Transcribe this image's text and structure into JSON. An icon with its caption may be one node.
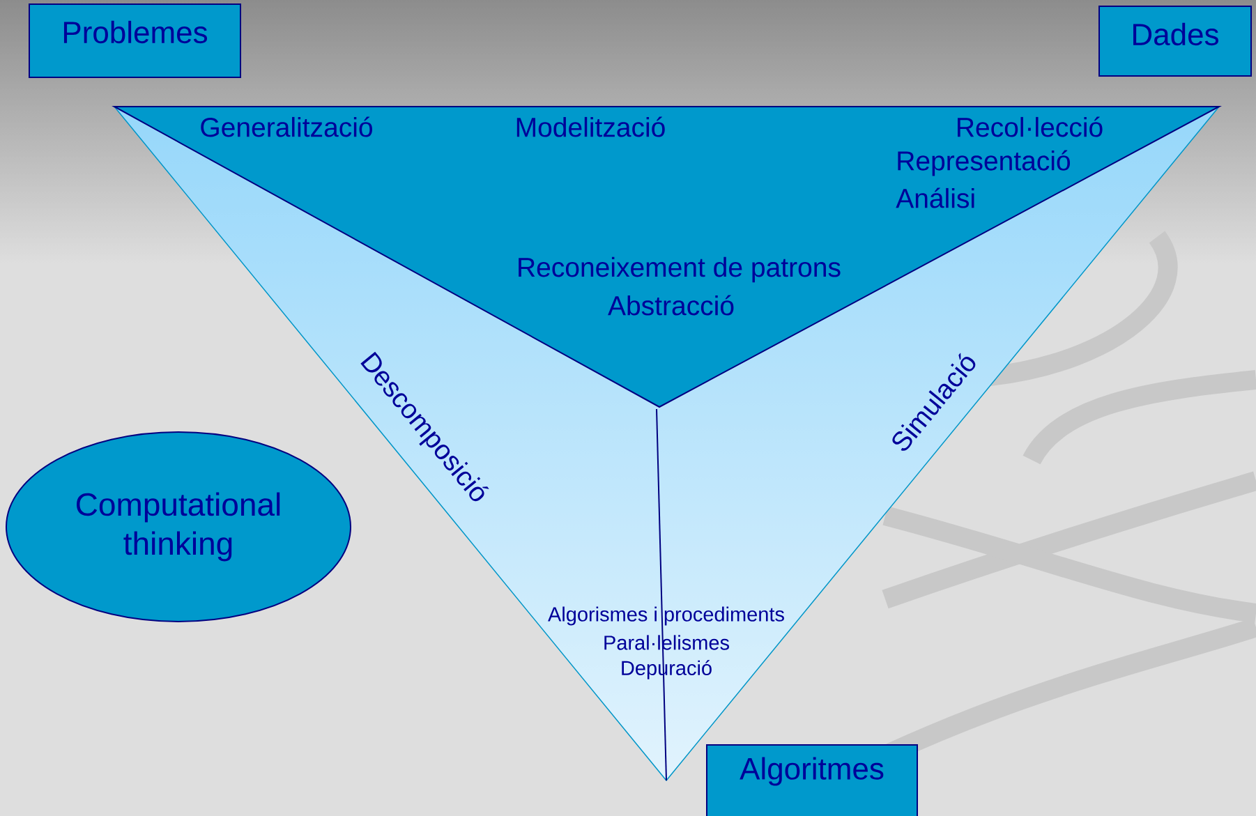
{
  "diagram": {
    "nodes": [
      {
        "text": [
          "Problemes"
        ]
      },
      {
        "text": [
          "Dades"
        ]
      },
      {
        "text": [
          "Computational thinking"
        ]
      },
      {
        "text": [
          "Algoritmes"
        ]
      }
    ],
    "labels": [
      "Generalització",
      "Modelització",
      "Recol·lecció",
      "Representació",
      "Análisi",
      "Reconeixement de patrons",
      "Abstracció",
      "Descomposició",
      "Simulació",
      "Algorismes i procediments",
      "Paral·lelismes",
      "Depuració"
    ]
  }
}
